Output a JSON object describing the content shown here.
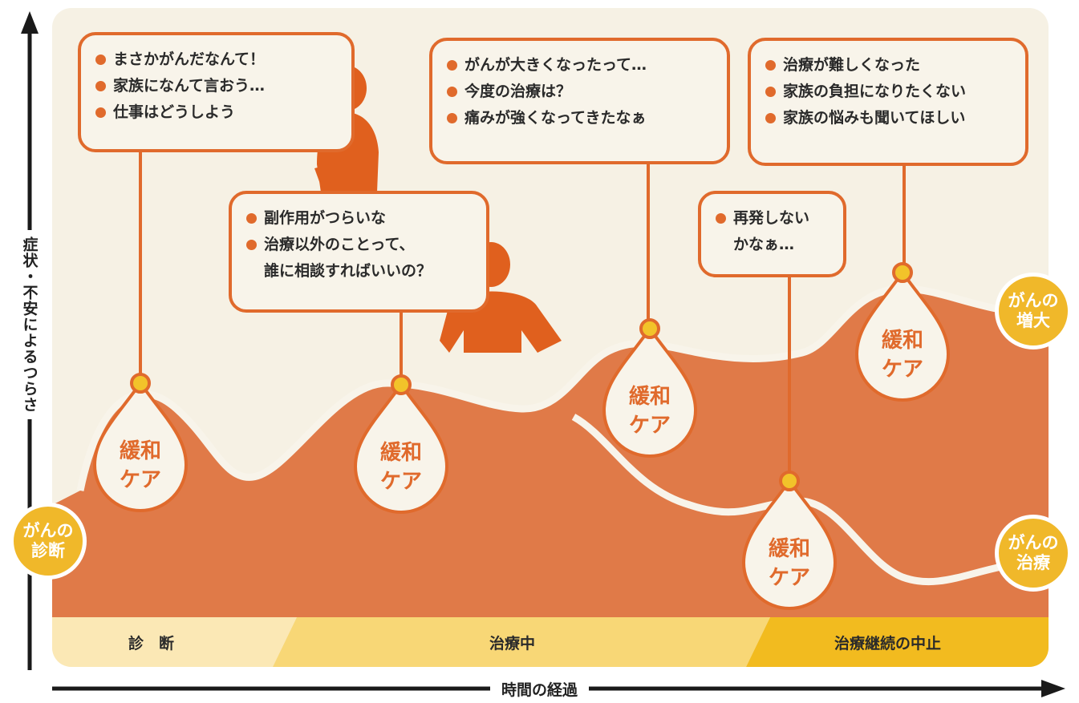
{
  "axes": {
    "y_label": "症状・不安によるつらさ",
    "x_label": "時間の経過"
  },
  "phases": [
    "診　断",
    "治療中",
    "治療継続の中止"
  ],
  "side_circles": {
    "left": [
      "がんの",
      "診断"
    ],
    "right_top": [
      "がんの",
      "増大"
    ],
    "right_bottom": [
      "がんの",
      "治療"
    ]
  },
  "care_label": [
    "緩和",
    "ケア"
  ],
  "bubbles": [
    {
      "lines": [
        "まさかがんだなんて！",
        "家族になんて言おう…",
        "仕事はどうしよう"
      ]
    },
    {
      "lines": [
        "副作用がつらいな",
        "治療以外のことって、"
      ],
      "cont": "誰に相談すればいいの？"
    },
    {
      "lines": [
        "がんが大きくなったって…",
        "今度の治療は？",
        "痛みが強くなってきたなぁ"
      ]
    },
    {
      "lines": [
        "再発しない"
      ],
      "cont": "かなぁ…"
    },
    {
      "lines": [
        "治療が難しくなった",
        "家族の負担になりたくない",
        "家族の悩みも聞いてほしい"
      ]
    }
  ],
  "colors": {
    "orange": "#e06a2c",
    "fill": "#e07a48",
    "bg": "#f6f1e4",
    "yellow": "#f0b82a",
    "phase1": "#fbe8b5",
    "phase2": "#f8d776",
    "phase3": "#f2bb1f"
  }
}
